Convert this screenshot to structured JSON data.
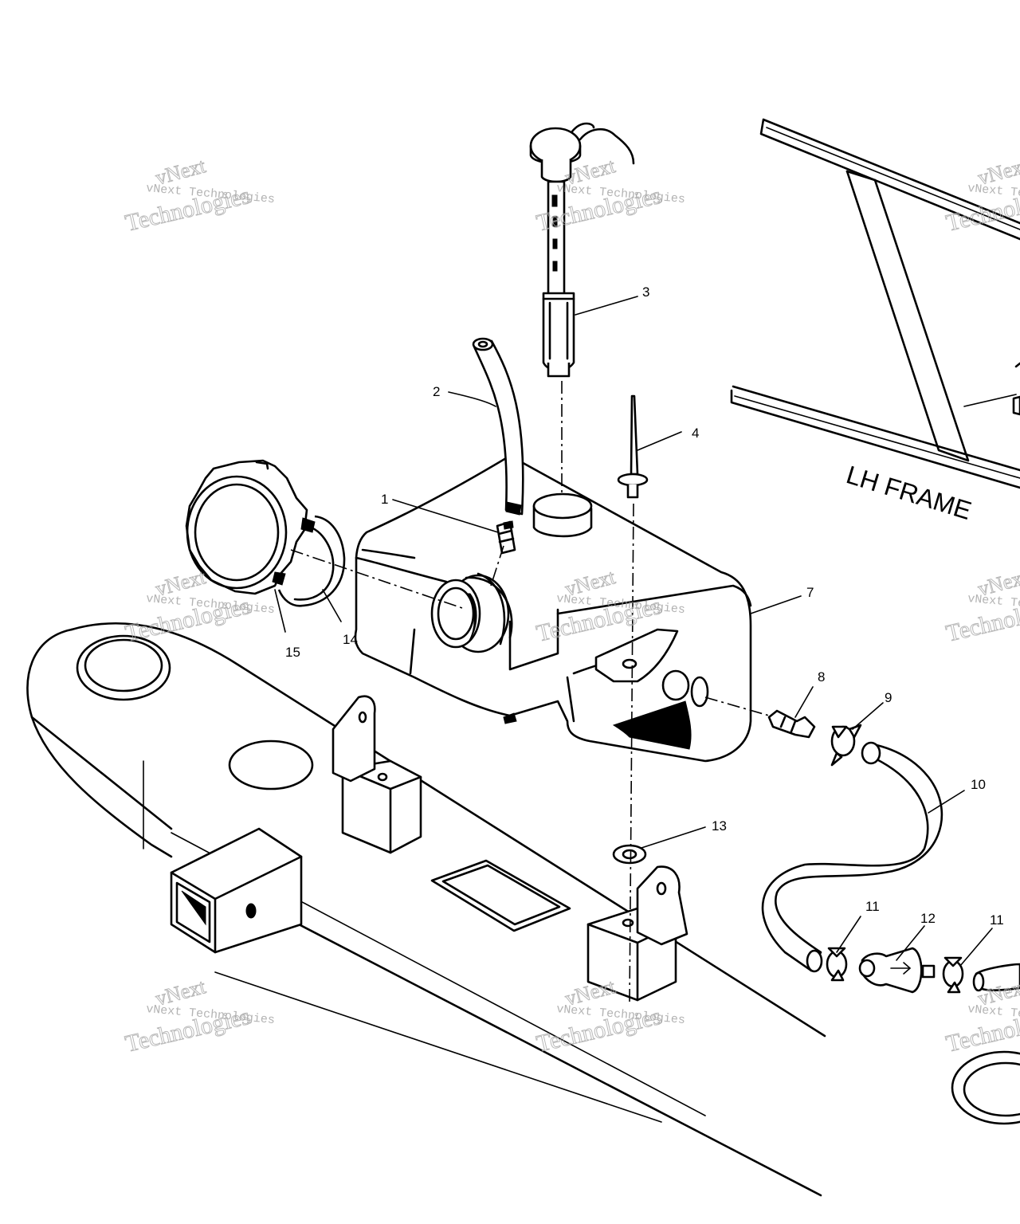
{
  "callouts": {
    "c1": "1",
    "c2": "2",
    "c3": "3",
    "c4": "4",
    "c7": "7",
    "c8": "8",
    "c9": "9",
    "c10": "10",
    "c11a": "11",
    "c11b": "11",
    "c12": "12",
    "c13": "13",
    "c14": "14",
    "c15": "15"
  },
  "frame_label": "LH FRAME",
  "watermark": {
    "line_small": "vNext Technologies",
    "line_big_a": "vNext",
    "line_big_b": "Technologies"
  }
}
